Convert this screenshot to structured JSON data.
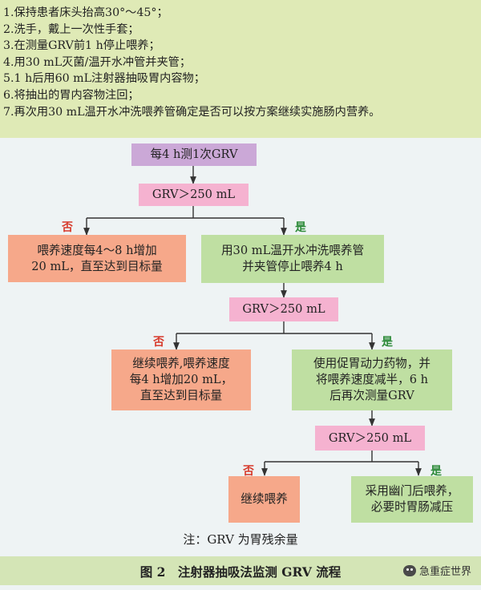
{
  "steps": [
    "1.保持患者床头抬高30°～45°；",
    "2.洗手，戴上一次性手套；",
    "3.在测量GRV前1 h停止喂养；",
    "4.用30 mL灭菌/温开水冲管并夹管；",
    "5.1 h后用60 mL注射器抽吸胃内容物；",
    "6.将抽出的胃内容物注回；",
    "7.再次用30 mL温开水冲洗喂养管确定是否可以按方案继续实施肠内营养。"
  ],
  "flow": {
    "start": "每4 h测1次GRV",
    "check1": "GRV＞250 mL",
    "no_label": "否",
    "yes_label": "是",
    "no1": [
      "喂养速度每4～8 h增加",
      "20 mL，直至达到目标量"
    ],
    "yes1": [
      "用30 mL温开水冲洗喂养管",
      "并夹管停止喂养4 h"
    ],
    "check2": "GRV＞250 mL",
    "no2": [
      "继续喂养,喂养速度",
      "每4 h增加20 mL，",
      "直至达到目标量"
    ],
    "yes2": [
      "使用促胃动力药物，并",
      "将喂养速度减半，6 h",
      "后再次测量GRV"
    ],
    "check3": "GRV＞250 mL",
    "no3": "继续喂养",
    "yes3": [
      "采用幽门后喂养，",
      "必要时胃肠减压"
    ]
  },
  "note": "注：GRV 为胃残余量",
  "caption": "图 2　注射器抽吸法监测 GRV 流程",
  "watermark": "急重症世界",
  "colors": {
    "steps_bg": "#dfeab6",
    "start": "#cba8d7",
    "check": "#f5b2d0",
    "no_box": "#f6a88a",
    "yes_box": "#bfdfa2",
    "no_text": "#d73a2b",
    "yes_text": "#2e8b3a"
  }
}
